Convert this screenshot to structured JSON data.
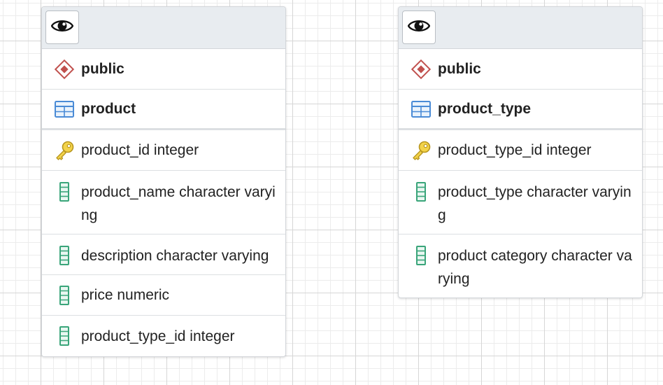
{
  "tables": [
    {
      "schema": "public",
      "name": "product",
      "columns": [
        {
          "label": "product_id integer",
          "icon": "key-icon"
        },
        {
          "label": "product_name character varying",
          "icon": "column-icon"
        },
        {
          "label": "description character varying",
          "icon": "column-icon"
        },
        {
          "label": "price numeric",
          "icon": "column-icon"
        },
        {
          "label": "product_type_id integer",
          "icon": "column-icon"
        }
      ]
    },
    {
      "schema": "public",
      "name": "product_type",
      "columns": [
        {
          "label": "product_type_id integer",
          "icon": "key-icon"
        },
        {
          "label": "product_type character varying",
          "icon": "column-icon"
        },
        {
          "label": "product category character varying",
          "icon": "column-icon"
        }
      ]
    }
  ],
  "colors": {
    "schema_icon": "#c0504d",
    "table_icon": "#4a8bd6",
    "key_icon": "#e7c438",
    "column_icon": "#3aa57a",
    "header_bg": "#e8ecf0"
  }
}
